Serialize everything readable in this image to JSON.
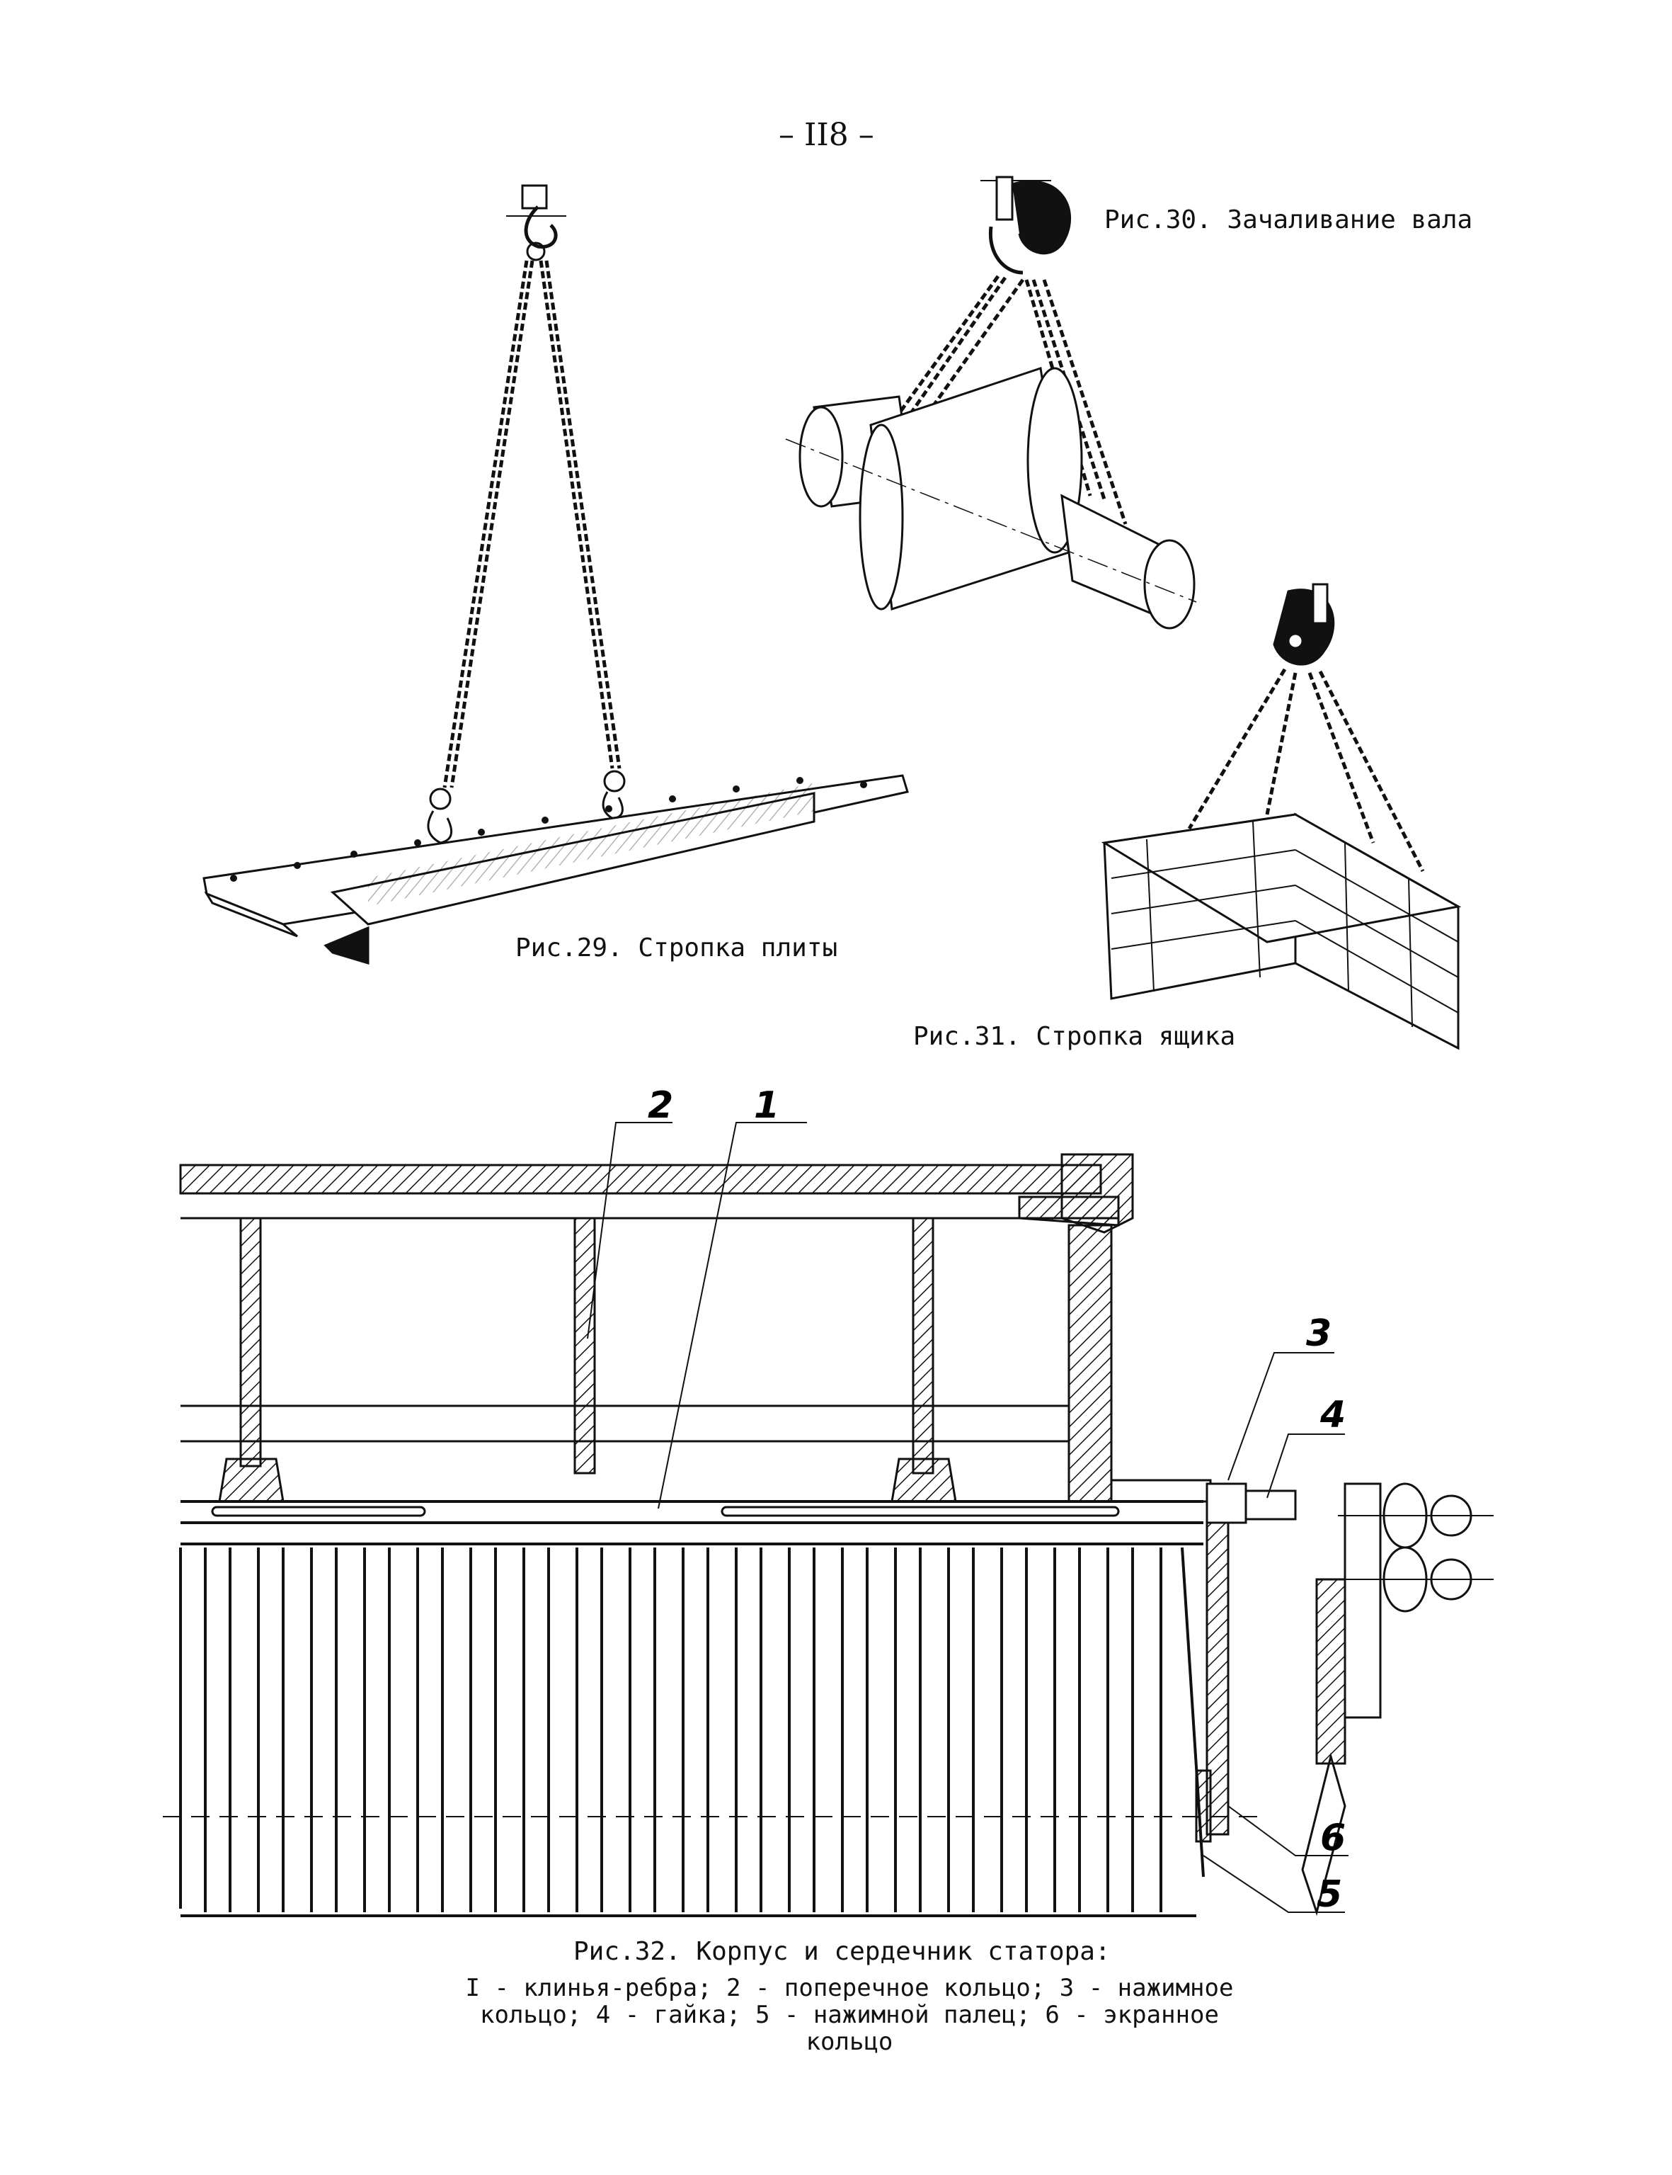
{
  "page_number": "– II8 –",
  "figures": {
    "fig29": {
      "caption": "Рис.29. Стропка плиты"
    },
    "fig30": {
      "caption": "Рис.30. Зачаливание вала"
    },
    "fig31": {
      "caption": "Рис.31. Стропка ящика"
    },
    "fig32": {
      "caption": "Рис.32. Корпус и сердечник статора:",
      "legend_lines": [
        "I - клинья-ребра; 2 - поперечное кольцо; 3 - нажимное",
        "кольцо; 4 - гайка; 5 - нажимной палец; 6 - экранное",
        "кольцо"
      ],
      "callouts": [
        "1",
        "2",
        "3",
        "4",
        "5",
        "6"
      ]
    }
  }
}
